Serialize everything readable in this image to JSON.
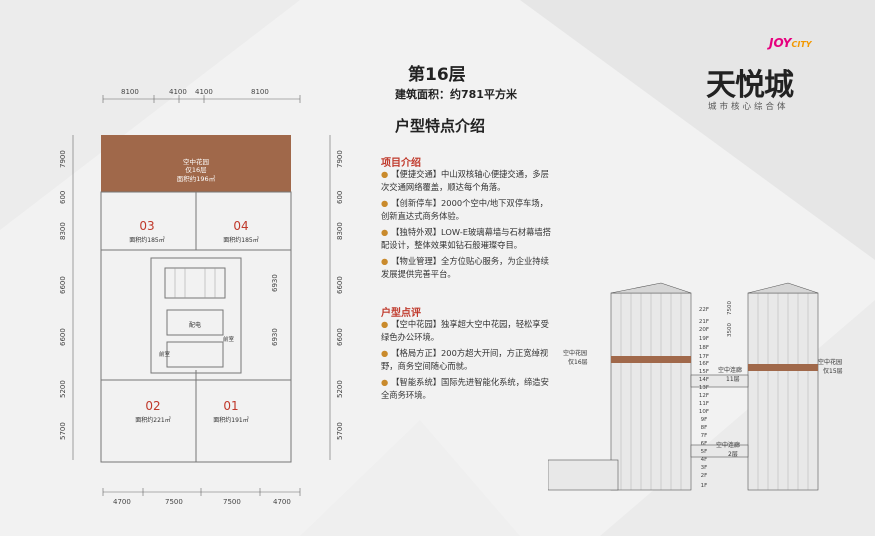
{
  "logo": {
    "brand_en_a": "JOY",
    "brand_en_b": "CITY",
    "brand_cn": "天悦城",
    "tagline": "城市核心综合体"
  },
  "header": {
    "floor_title": "第16层",
    "area_text": "建筑面积：约781平方米",
    "section_title": "户型特点介绍"
  },
  "project_intro": {
    "heading": "项目介绍",
    "items": [
      "【便捷交通】中山双核轴心便捷交通，多层次交通网络覆盖，顺达每个角落。",
      "【创新停车】2000个空中/地下双停车场，创新直达式商务体验。",
      "【独特外观】LOW-E玻璃幕墙与石材幕墙搭配设计，整体效果如钻石般璀璨夺目。",
      "【物业管理】全方位贴心服务，为企业持续发展提供完善平台。"
    ]
  },
  "unit_review": {
    "heading": "户型点评",
    "items": [
      "【空中花园】独享超大空中花园，轻松享受绿色办公环境。",
      "【格局方正】200方超大开间，方正宽绰视野，商务空间随心而就。",
      "【智能系统】国际先进智能化系统，缔造安全商务环境。"
    ]
  },
  "plan": {
    "top_dims": [
      "8100",
      "4100",
      "4100",
      "8100"
    ],
    "bottom_dims": [
      "4700",
      "7500",
      "7500",
      "4700"
    ],
    "left_dims": [
      "7900",
      "600",
      "8300",
      "6600",
      "6600",
      "5200",
      "5700"
    ],
    "right_dims": [
      "7900",
      "600",
      "8300",
      "6600",
      "6600",
      "5200",
      "5700"
    ],
    "inner_dims": [
      "6930",
      "6930"
    ],
    "garden_label": "空中花园",
    "garden_note": "仅16层",
    "garden_area": "面积约196㎡",
    "units": [
      {
        "no": "03",
        "area": "面积约185㎡"
      },
      {
        "no": "04",
        "area": "面积约185㎡"
      },
      {
        "no": "02",
        "area": "面积约221㎡"
      },
      {
        "no": "01",
        "area": "面积约191㎡"
      }
    ],
    "core_label": "配电",
    "room_labels": [
      "前室",
      "前室"
    ]
  },
  "elevation": {
    "floors": [
      "22F",
      "21F",
      "20F",
      "19F",
      "18F",
      "17F",
      "16F",
      "15F",
      "14F",
      "13F",
      "12F",
      "11F",
      "10F",
      "9F",
      "8F",
      "7F",
      "6F",
      "5F",
      "4F",
      "3F",
      "2F",
      "1F"
    ],
    "dims": [
      "7500",
      "3500"
    ],
    "left_label": "空中花园",
    "left_note": "仅16层",
    "mid_top_label": "空中连廊",
    "mid_top_note": "11层",
    "right_label": "空中花园",
    "right_note": "仅15层",
    "mid_bottom_label": "空中连廊",
    "mid_bottom_note": "2层"
  },
  "colors": {
    "garden": "#a0684a",
    "accent": "#c0392b",
    "bullet": "#c98a2c"
  }
}
